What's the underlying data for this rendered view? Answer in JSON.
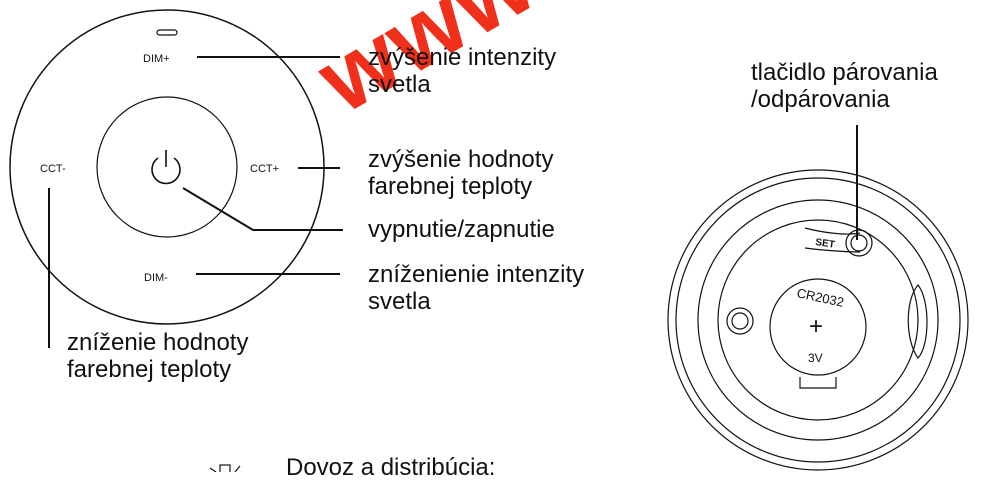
{
  "remote": {
    "buttons": {
      "dim_plus": "DIM+",
      "dim_minus": "DIM-",
      "cct_minus": "CCT-",
      "cct_plus": "CCT+"
    }
  },
  "callouts": {
    "dim_plus": [
      "zvýšenie intenzity",
      "svetla"
    ],
    "cct_plus": [
      "zvýšenie hodnoty",
      "farebnej teploty"
    ],
    "power": "vypnutie/zapnutie",
    "dim_minus": [
      "zníženienie intenzity",
      "svetla"
    ],
    "cct_minus": [
      "zníženie hodnoty",
      "farebnej teploty"
    ],
    "pairing": [
      "tlačidlo párovania",
      "/odpárovania"
    ]
  },
  "back": {
    "set_label": "SET",
    "battery_model": "CR2032",
    "battery_plus": "+",
    "battery_voltage": "3V"
  },
  "footer": {
    "import_text": "Dovoz a distribúcia:"
  },
  "watermark": {
    "text": "www.z"
  },
  "colors": {
    "watermark": "#f0250e",
    "line": "#111111"
  }
}
